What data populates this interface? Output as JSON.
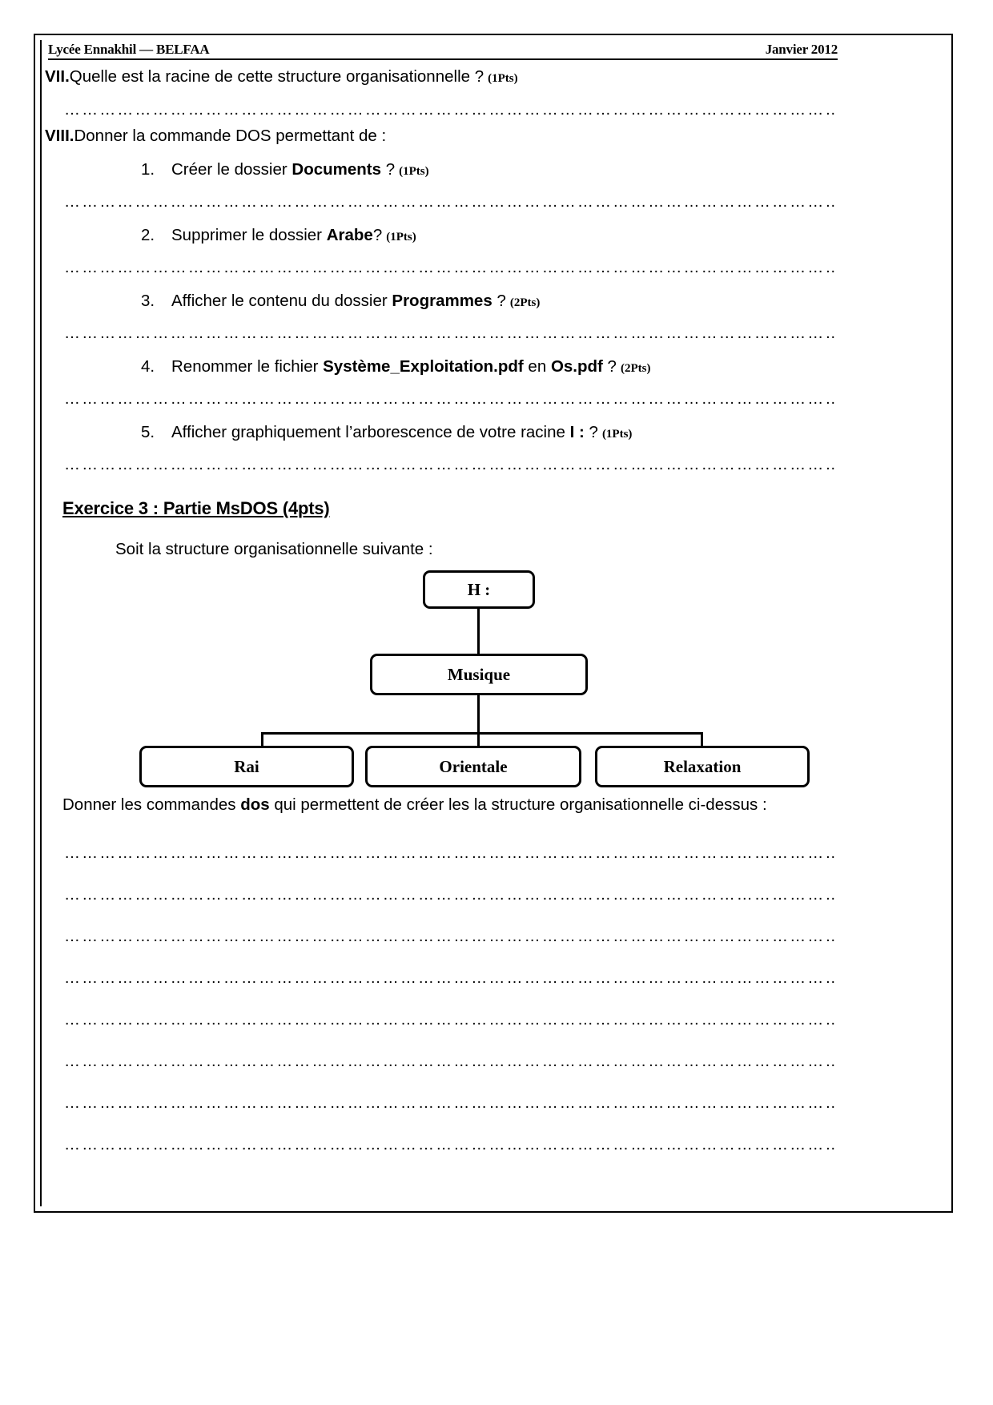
{
  "header": {
    "school": "Lycée Ennakhil — BELFAA",
    "date": "Janvier 2012"
  },
  "questions": [
    {
      "num": "VII.",
      "text": "Quelle est la racine de cette structure organisationnelle ?",
      "points": "(1Pts)"
    },
    {
      "num": "VIII.",
      "text": "Donner la commande DOS permettant de :",
      "points": ""
    }
  ],
  "sub_items": [
    {
      "index": "1.",
      "prefix": "Créer  le dossier ",
      "strong": "Documents",
      "suffix": " ?",
      "points": "(1Pts)"
    },
    {
      "index": "2.",
      "prefix": "Supprimer  le dossier ",
      "strong": "Arabe",
      "suffix": "?",
      "points": "(1Pts)"
    },
    {
      "index": "3.",
      "prefix": "Afficher le contenu du dossier ",
      "strong": "Programmes",
      "suffix": " ?",
      "points": "(2Pts)"
    },
    {
      "index": "4.",
      "prefix": "Renommer le fichier  ",
      "strong": "Système_Exploitation.pdf",
      "mid": "  en  ",
      "strong2": "Os.pdf",
      "suffix": " ?",
      "points": "(2Pts)"
    },
    {
      "index": "5.",
      "prefix": "Afficher graphiquement l’arborescence de votre racine  ",
      "strong": "I :",
      "suffix": " ?",
      "points": "(1Pts)"
    }
  ],
  "exercise": {
    "title": "Exercice 3 : Partie MsDOS (4pts)",
    "intro": "Soit   la structure organisationnelle suivante :"
  },
  "tree": {
    "root": "H :",
    "level1": "Musique",
    "leaves": [
      "Rai",
      "Orientale",
      "Relaxation"
    ]
  },
  "closing": {
    "part1": "Donner les commandes ",
    "strong": "dos",
    "part2": " qui permettent de créer les la structure organisationnelle ci-dessus :"
  },
  "dots": {
    "line": "……………………………………………………………………………………………………………………………………………………………………",
    "count": 8
  },
  "colors": {
    "ink": "#000000",
    "paper": "#ffffff"
  }
}
